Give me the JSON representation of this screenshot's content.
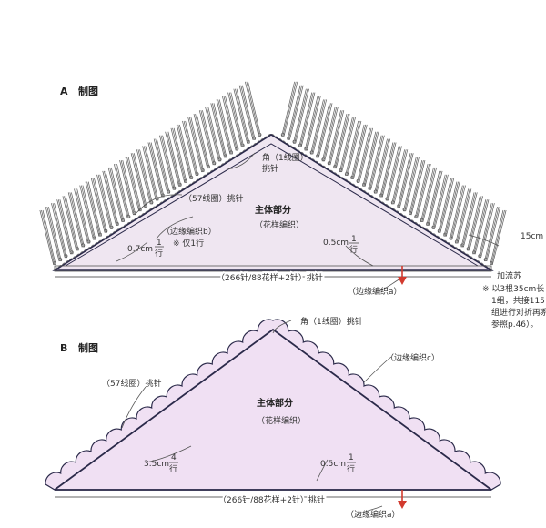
{
  "colors": {
    "fill_a": "#efe6f1",
    "fill_b": "#f0e0f3",
    "outline": "#2b2a4a",
    "fringe": "#5a5a5a",
    "arrow": "#d23a2e"
  },
  "panel_a": {
    "heading_letter": "A",
    "heading": "制图",
    "corner_label": "角（1线圈）",
    "corner_label2": "挑针",
    "side_label": "（57线圈）挑针",
    "edge_label": "（边缘编织b）",
    "edge_note": "※ 仅1行",
    "left_dim": "0.7cm",
    "right_dim": "0.5cm",
    "row_top": "1",
    "row_bot": "行",
    "body_title": "主体部分",
    "body_sub": "（花样编织）",
    "bottom_label": "（266针/88花样+2针）挑针",
    "bottom_edge_label": "（边缘编织a）",
    "fringe_len": "15cm",
    "fringe_title": "加流苏",
    "fringe_note1": "※ 以3根35cm长",
    "fringe_note2": "1组，共接115",
    "fringe_note3": "组进行对折再系",
    "fringe_note4": "参照p.46）。"
  },
  "panel_b": {
    "heading_letter": "B",
    "heading": "制图",
    "corner_label": "角（1线圈）挑针",
    "side_label": "（57线圈）挑针",
    "edge_label": "（边缘编织c）",
    "left_dim": "3.5cm",
    "left_row_top": "4",
    "left_row_bot": "行",
    "right_dim": "0.5cm",
    "row_top": "1",
    "row_bot": "行",
    "body_title": "主体部分",
    "body_sub": "（花样编织）",
    "bottom_label": "（266针/88花样+2针）挑针",
    "bottom_edge_label": "（边缘编织a）"
  }
}
